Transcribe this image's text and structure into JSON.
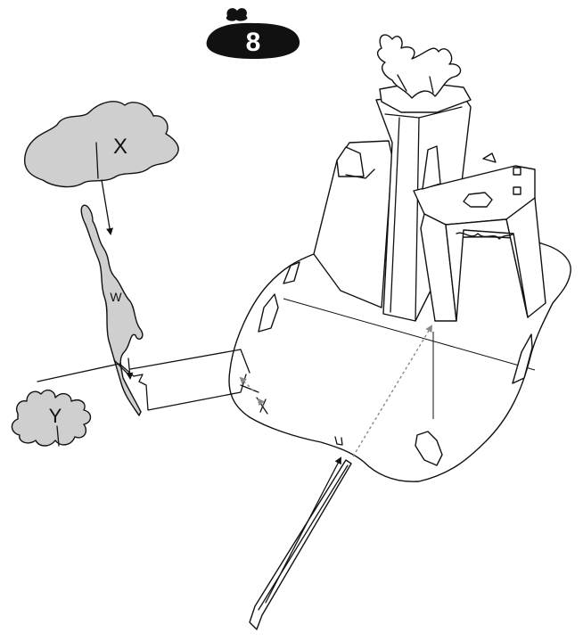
{
  "step": {
    "number": "8"
  },
  "parts": {
    "x_label": "X",
    "w_label": "W",
    "y_label": "Y"
  },
  "colors": {
    "part_fill": "#cfcfcf",
    "badge_fill": "#111111",
    "dashed_arrow": "#888888"
  }
}
